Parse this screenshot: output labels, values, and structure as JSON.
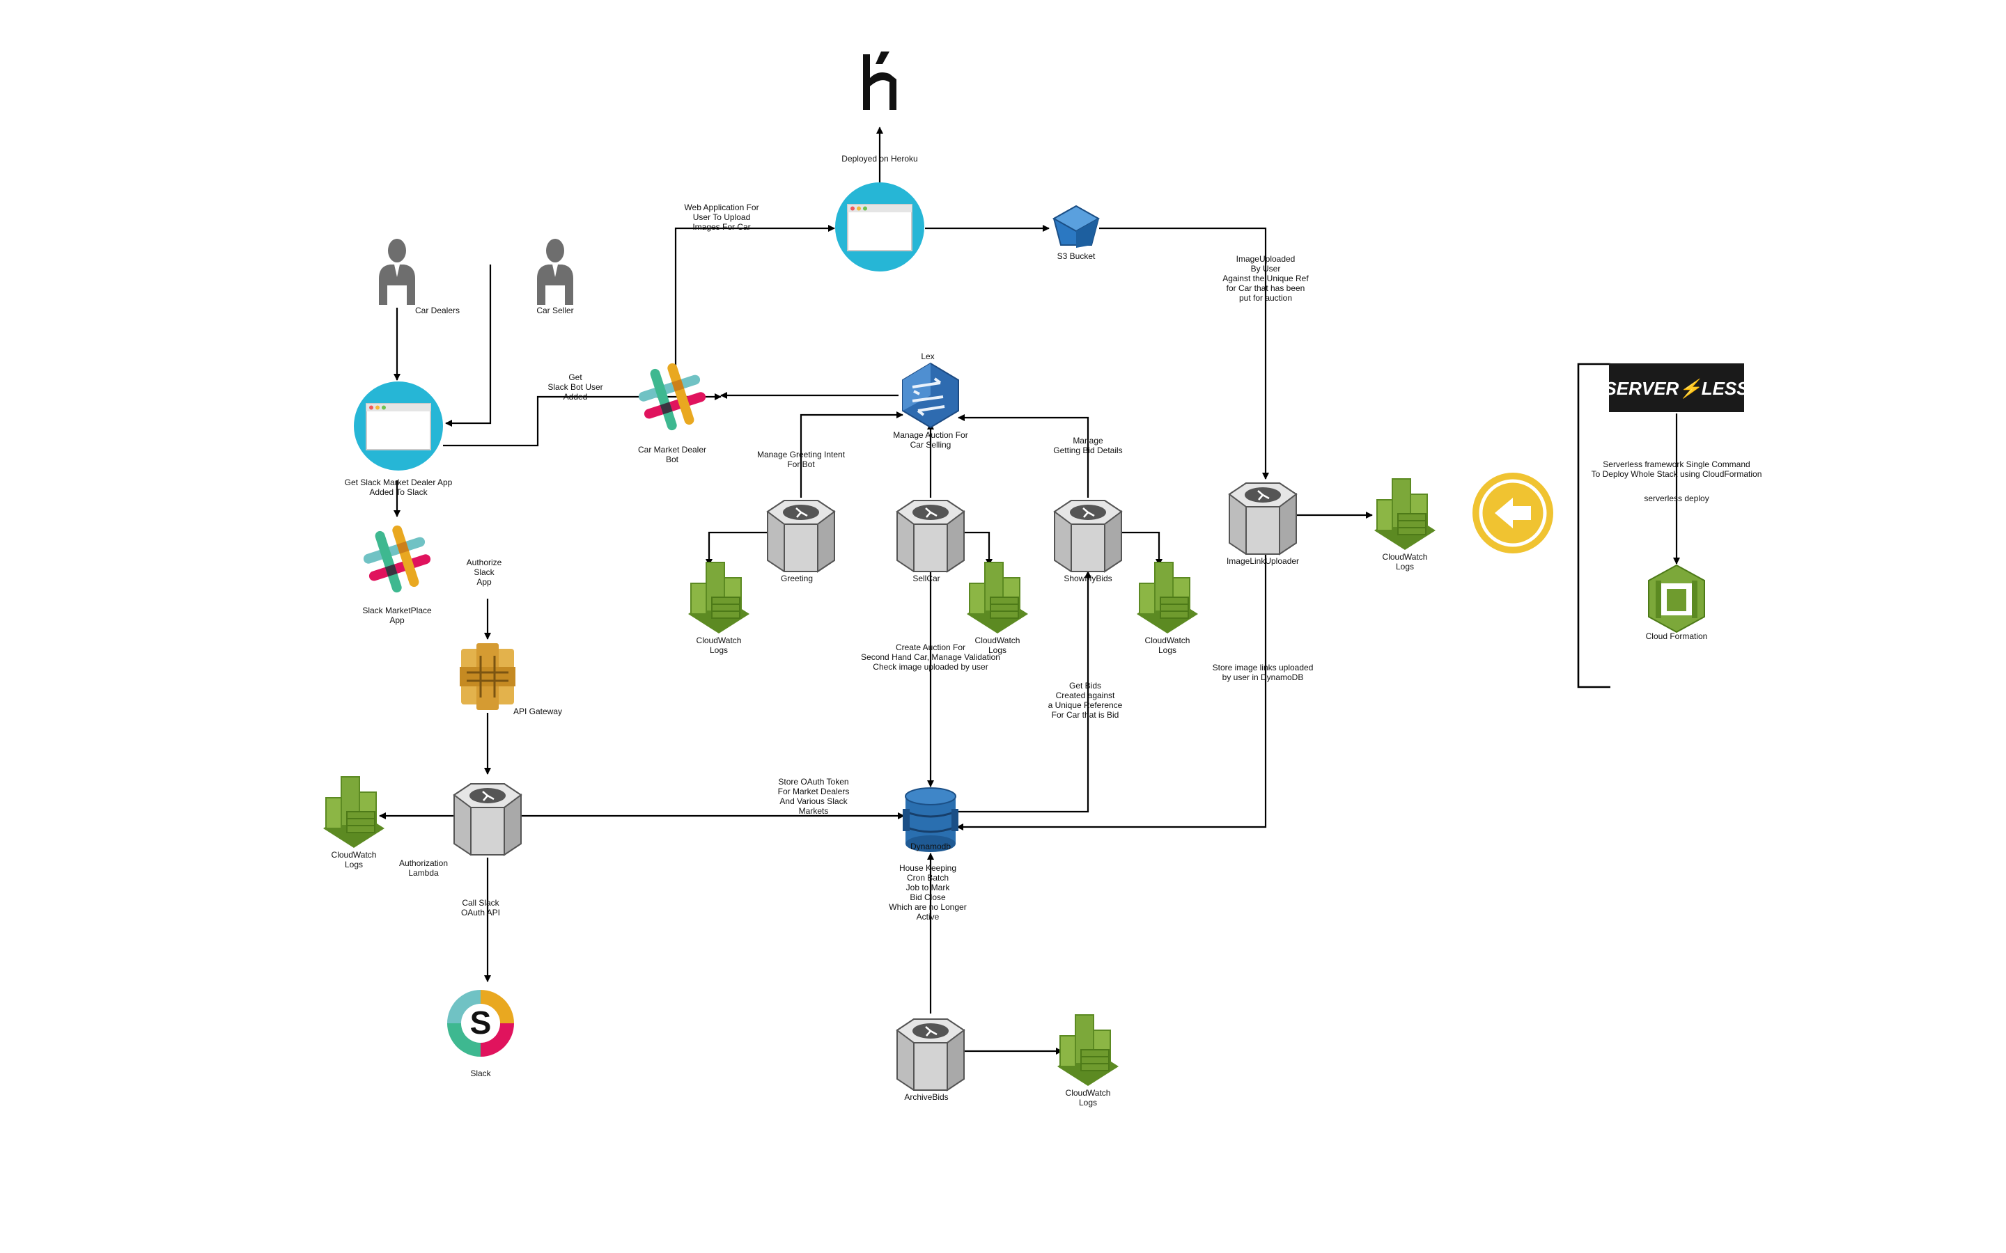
{
  "nodes": {
    "heroku": {
      "lines": []
    },
    "web_app": {
      "lines": []
    },
    "s3": {
      "lines": [
        "S3 Bucket"
      ]
    },
    "car_dealers": {
      "lines": [
        "Car Dealers"
      ]
    },
    "car_seller": {
      "lines": [
        "Car Seller"
      ]
    },
    "dealer_app": {
      "lines": []
    },
    "bot": {
      "lines": [
        "Car Market Dealer",
        "Bot"
      ]
    },
    "lex": {
      "lines": [
        "Lex"
      ]
    },
    "marketplace_app": {
      "lines": [
        "Slack MarketPlace",
        "App"
      ]
    },
    "api_gateway": {
      "lines": [
        "API Gateway"
      ]
    },
    "auth_lambda": {
      "lines": [
        "Authorization",
        "Lambda"
      ]
    },
    "slack": {
      "lines": [
        "Slack"
      ]
    },
    "greeting": {
      "lines": [
        "Greeting"
      ]
    },
    "sellcar": {
      "lines": [
        "SellCar"
      ]
    },
    "showmybids": {
      "lines": [
        "ShowMyBids"
      ]
    },
    "image_uploader": {
      "lines": [
        "ImageLinkUploader"
      ]
    },
    "dynamodb": {
      "lines": [
        "Dynamodb"
      ]
    },
    "archivebids": {
      "lines": [
        "ArchiveBids"
      ]
    },
    "cw_auth": {
      "lines": [
        "CloudWatch",
        "Logs"
      ]
    },
    "cw_greeting": {
      "lines": [
        "CloudWatch",
        "Logs"
      ]
    },
    "cw_sellcar": {
      "lines": [
        "CloudWatch",
        "Logs"
      ]
    },
    "cw_showmybids": {
      "lines": [
        "CloudWatch",
        "Logs"
      ]
    },
    "cw_uploader": {
      "lines": [
        "CloudWatch",
        "Logs"
      ]
    },
    "cw_archive": {
      "lines": [
        "CloudWatch",
        "Logs"
      ]
    },
    "serverless_logo": {
      "lines": []
    },
    "cloudformation": {
      "lines": [
        "Cloud Formation"
      ]
    },
    "back_arrow": {
      "lines": []
    }
  },
  "brand": {
    "serverless_text": "SERVERLESS",
    "serverless_bolt": "⚡"
  },
  "edges": {
    "deployed_heroku": {
      "lines": [
        "Deployed on Heroku"
      ]
    },
    "web_app_link": {
      "lines": [
        "Web Application For",
        "User To Upload",
        "Images For Car"
      ]
    },
    "get_bot": {
      "lines": [
        "Get",
        "Slack Bot User",
        "Added"
      ]
    },
    "image_uploaded": {
      "lines": [
        "ImageUploaded",
        "By User",
        "Against the Unique Ref",
        "for Car that has been",
        "put for auction"
      ]
    },
    "get_app": {
      "lines": [
        "Get Slack Market Dealer App",
        "Added To Slack"
      ]
    },
    "authorize": {
      "lines": [
        "Authorize",
        "Slack",
        "App"
      ]
    },
    "greeting_intent": {
      "lines": [
        "Manage Greeting Intent",
        "For Bot"
      ]
    },
    "manage_auction": {
      "lines": [
        "Manage Auction For",
        "Car Selling"
      ]
    },
    "manage_bid": {
      "lines": [
        "Manage",
        "Getting Bid Details"
      ]
    },
    "create_auction": {
      "lines": [
        "Create Auction For",
        "Second Hand Car, Manage Validation",
        "Check image uploaded by user"
      ]
    },
    "get_bids": {
      "lines": [
        "Get Bids",
        "Created against",
        "a Unique Reference",
        "For Car that is Bid"
      ]
    },
    "store_links": {
      "lines": [
        "Store image links uploaded",
        "by user in DynamoDB"
      ]
    },
    "store_oauth": {
      "lines": [
        "Store OAuth Token",
        "For Market Dealers",
        "And Various Slack",
        "Markets"
      ]
    },
    "call_oauth": {
      "lines": [
        "Call Slack",
        "OAuth API"
      ]
    },
    "housekeeping": {
      "lines": [
        "House Keeping",
        "Cron Batch",
        "Job to Mark",
        "Bid Close",
        "Which are no Longer",
        "Active"
      ]
    },
    "serverless_cmd": {
      "lines": [
        "Serverless framework Single Command",
        "To Deploy Whole Stack using CloudFormation"
      ]
    },
    "serverless_deploy": {
      "lines": [
        "serverless deploy"
      ]
    }
  },
  "colors": {
    "browser_circle": "#26b6d6",
    "lambda_body": "#d4d4d4",
    "cloudwatch_green": "#7ca83a",
    "dynamo_blue": "#2a6fb0",
    "lex_blue": "#2e6bb0",
    "api_gateway_orange": "#d59b32",
    "s3_blue": "#2b78c2",
    "back_arrow_yellow": "#f0c331",
    "serverless_black": "#1a1a1a",
    "serverless_bolt": "#fd5750"
  }
}
